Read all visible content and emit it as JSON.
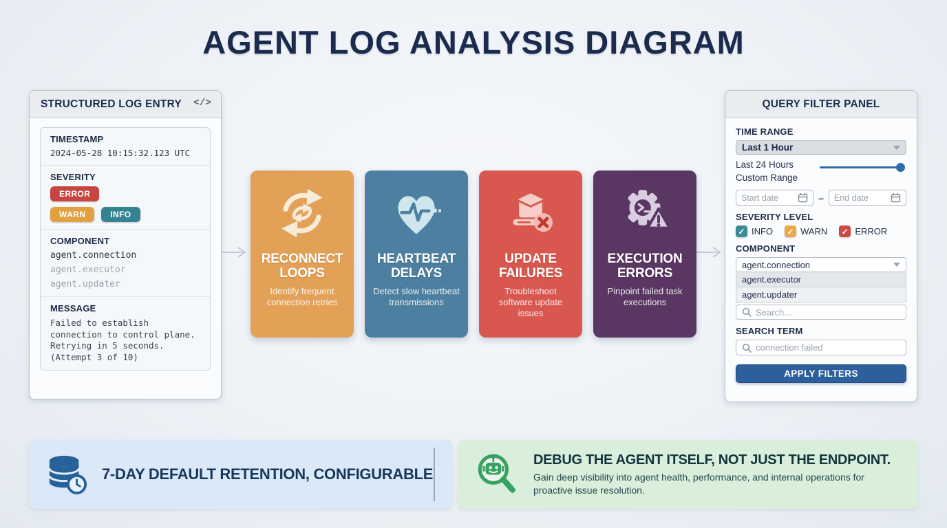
{
  "title": "AGENT LOG ANALYSIS DIAGRAM",
  "log_panel": {
    "header": "STRUCTURED LOG ENTRY",
    "code_icon": "</>",
    "timestamp_label": "TIMESTAMP",
    "timestamp_value": "2024-05-28 10:15:32.123 UTC",
    "severity_label": "SEVERITY",
    "badges": {
      "error": {
        "label": "ERROR",
        "color": "#c64540"
      },
      "warn": {
        "label": "WARN",
        "color": "#e2a03f"
      },
      "info": {
        "label": "INFO",
        "color": "#35838f"
      }
    },
    "component_label": "COMPONENT",
    "components": [
      {
        "name": "agent.connection",
        "active": true
      },
      {
        "name": "agent.executor",
        "active": false
      },
      {
        "name": "agent.updater",
        "active": false
      }
    ],
    "message_label": "MESSAGE",
    "message": "Failed to establish\nconnection to control plane.\nRetrying in 5 seconds.\n(Attempt 3 of 10)"
  },
  "cards": [
    {
      "title": "RECONNECT LOOPS",
      "subtitle": "Identify frequent connection retries",
      "color": "#e3a158",
      "icon": "sync-arrows-icon"
    },
    {
      "title": "HEARTBEAT DELAYS",
      "subtitle": "Detect slow heartbeat transmissions",
      "color": "#4d80a0",
      "icon": "heartbeat-icon"
    },
    {
      "title": "UPDATE FAILURES",
      "subtitle": "Troubleshoot software update issues",
      "color": "#d8574e",
      "icon": "package-error-icon"
    },
    {
      "title": "EXECUTION ERRORS",
      "subtitle": "Pinpoint failed task executions",
      "color": "#5a3763",
      "icon": "gear-terminal-warning-icon"
    }
  ],
  "filter_panel": {
    "header": "QUERY FILTER PANEL",
    "time_range_label": "TIME RANGE",
    "time_range_selected": "Last 1 Hour",
    "time_range_option_1": "Last 24 Hours",
    "time_range_option_2": "Custom Range",
    "start_date_placeholder": "Start date",
    "date_separator": "–",
    "end_date_placeholder": "End date",
    "severity_label": "SEVERITY LEVEL",
    "severity_info": "INFO",
    "severity_warn": "WARN",
    "severity_error": "ERROR",
    "component_label": "COMPONENT",
    "component_selected": "agent.connection",
    "component_option_1": "agent.executor",
    "component_option_2": "agent.updater",
    "component_search_placeholder": "Search...",
    "search_term_label": "SEARCH TERM",
    "search_term_placeholder": "connection failed",
    "apply_button_label": "APPLY FILTERS",
    "accent_color": "#2d5f9d"
  },
  "footer": {
    "retention_text": "7-DAY DEFAULT RETENTION, CONFIGURABLE",
    "debug_title": "DEBUG THE AGENT ITSELF, NOT JUST THE ENDPOINT.",
    "debug_subtitle": "Gain deep visibility into agent health, performance, and internal operations for proactive issue resolution."
  }
}
